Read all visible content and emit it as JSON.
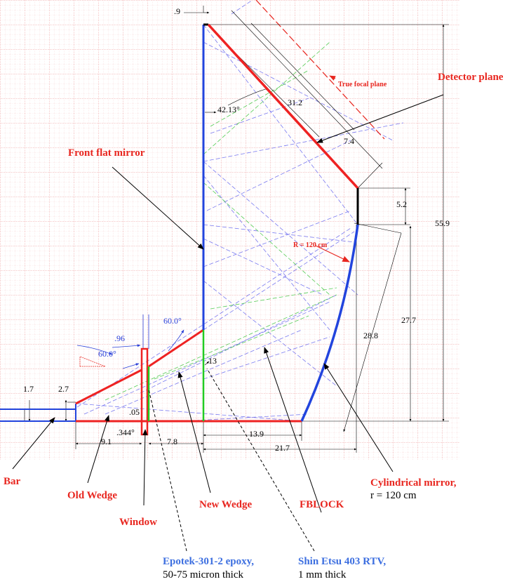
{
  "colors": {
    "optics_red": "#ee2222",
    "mirror_blue": "#2244dd",
    "glue_green": "#22cc22",
    "grid": "#f0a0a0",
    "label_red": "#e8261f",
    "label_blue": "#3d6fe0"
  },
  "labels": {
    "detector_plane": "Detector plane",
    "true_focal_plane": "True focal plane",
    "front_flat_mirror": "Front flat mirror",
    "r_120": "R = 120 cm",
    "bar": "Bar",
    "old_wedge": "Old Wedge",
    "window": "Window",
    "new_wedge": "New Wedge",
    "fblock": "FBLOCK",
    "cyl_mirror": "Cylindrical mirror,",
    "cyl_mirror_r": "r = 120 cm",
    "epotek": "Epotek-301-2 epoxy,",
    "epotek_thick": "50-75 micron thick",
    "shin_etsu": "Shin Etsu 403 RTV,",
    "shin_etsu_thick": "1 mm thick"
  },
  "dims": {
    "d_09": ".9",
    "angle_4213": "42.13°",
    "d_312": "31.2",
    "d_74": "7.4",
    "d_52": "5.2",
    "d_559": "55.9",
    "d_277": "27.7",
    "d_288": "28.8",
    "angle_600_top": "60.0°",
    "d_096": ".96",
    "angle_600_left": "60.0°",
    "d_13": "13",
    "d_17": "1.7",
    "d_27": "2.7",
    "d_005": ".05",
    "d_0344": ".344°",
    "d_91": "9.1",
    "d_78": "7.8",
    "d_139": "13.9",
    "d_217": "21.7"
  }
}
